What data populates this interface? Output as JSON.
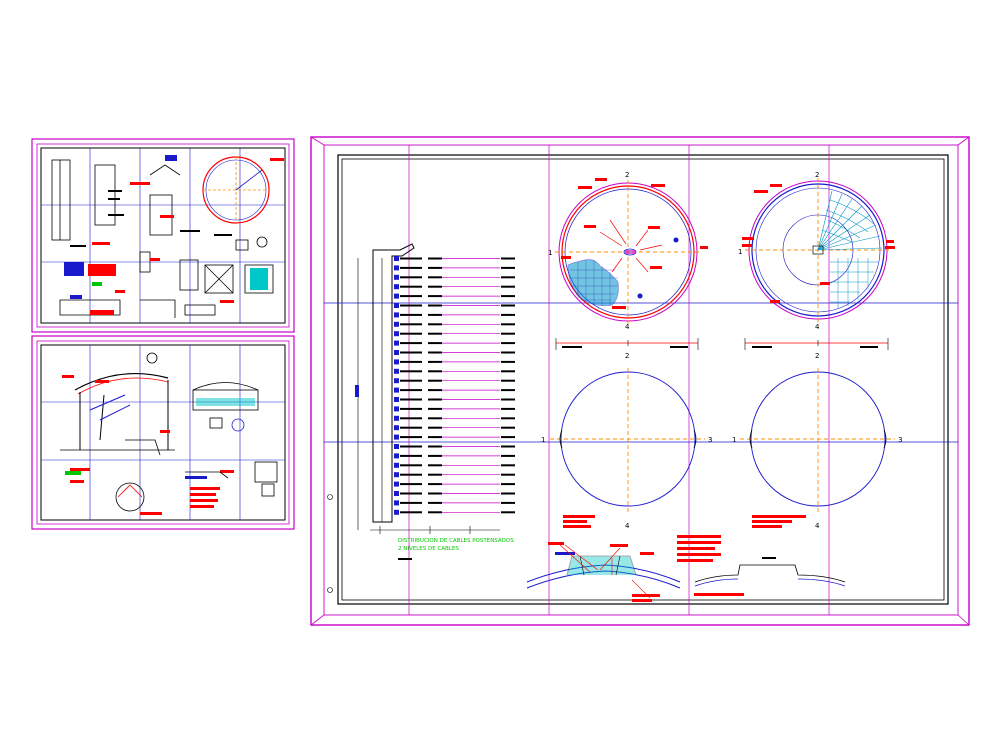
{
  "main_sheet": {
    "title_line1": "DISTRIBUCION DE CABLES POSTENSADOS",
    "title_line2": "2 NIVELES DE CABLES",
    "axis_labels": {
      "top": "2",
      "bottom": "4",
      "left": "1",
      "right": "3"
    }
  },
  "colors": {
    "frame": "#c800c8",
    "border": "#000000",
    "grid": "#1a1acd",
    "annotation": "#ff0000",
    "axis": "#ff8c00",
    "mesh": "#0096c8",
    "title_text": "#00c800"
  }
}
